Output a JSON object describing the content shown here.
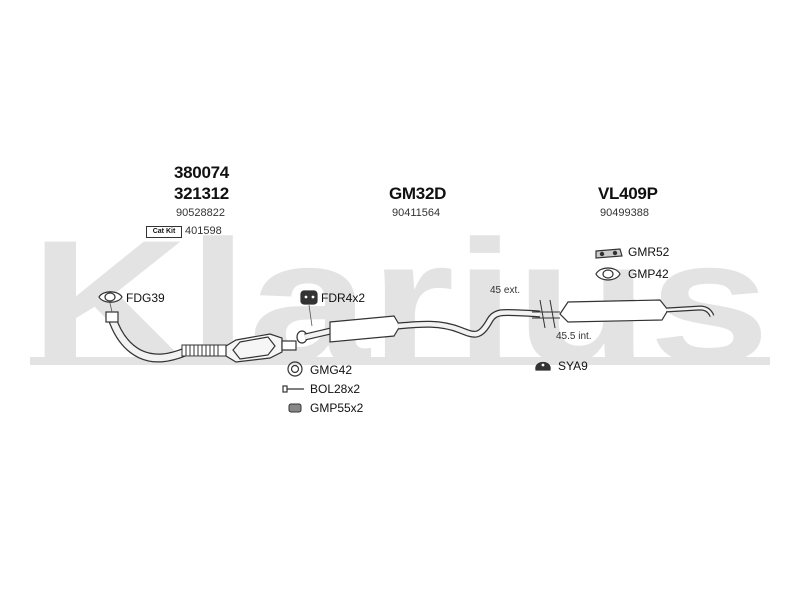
{
  "watermark": {
    "text": "Klarius"
  },
  "groups": [
    {
      "codes": [
        "380074",
        "321312"
      ],
      "oe_number": "90528822",
      "cat_kit_label": "Cat Kit",
      "cat_kit_number": "401598"
    },
    {
      "codes": [
        "GM32D"
      ],
      "oe_number": "90411564"
    },
    {
      "codes": [
        "VL409P"
      ],
      "oe_number": "90499388"
    }
  ],
  "parts": {
    "fdg39": "FDG39",
    "fdr4x2": "FDR4x2",
    "gmg42": "GMG42",
    "bol28x2": "BOL28x2",
    "gmp55x2": "GMP55x2",
    "gmr52": "GMR52",
    "gmp42": "GMP42",
    "sya9": "SYA9"
  },
  "notes": {
    "ext": "45 ext.",
    "int": "45.5 int."
  },
  "colors": {
    "watermark": "#e3e3e3",
    "line": "#333333",
    "pipe_fill": "#f2f2f2"
  }
}
